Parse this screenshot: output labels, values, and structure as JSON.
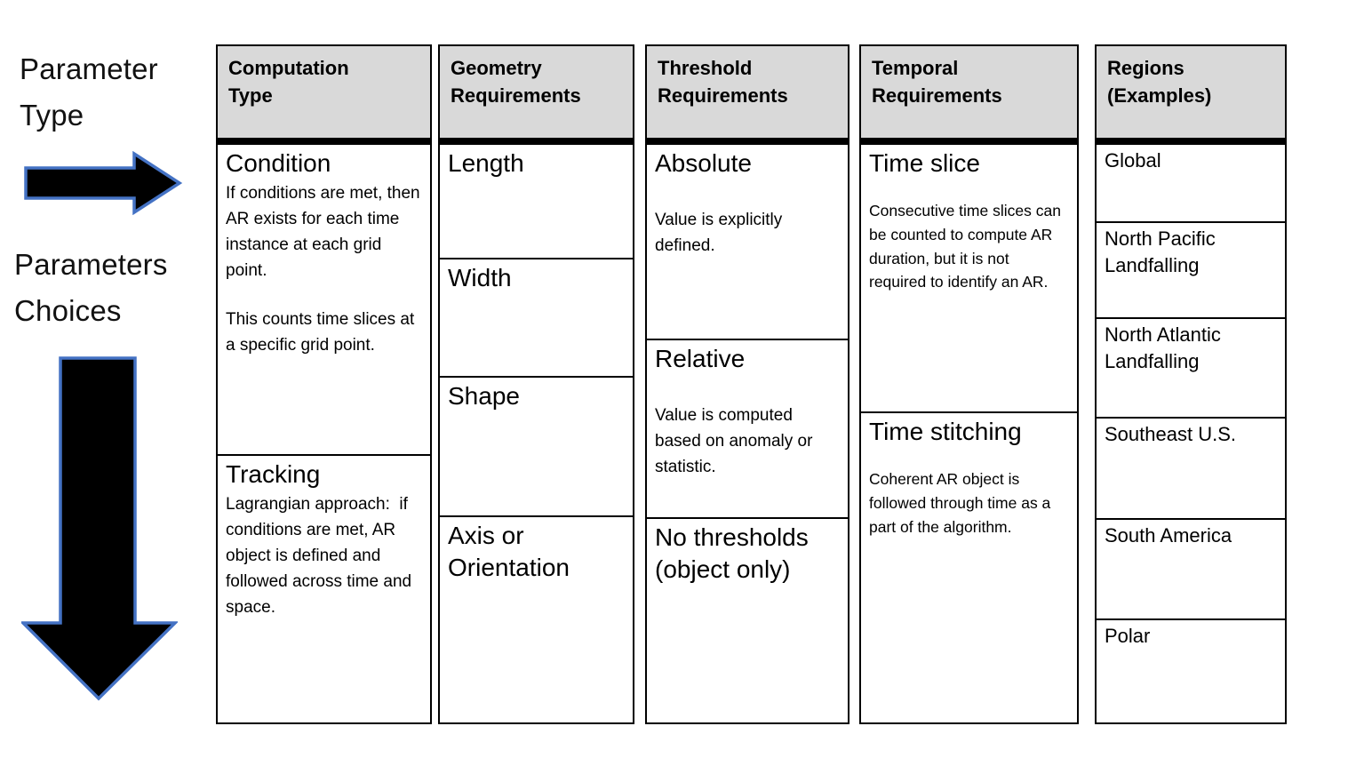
{
  "labels": {
    "parameter_type": "Parameter\nType",
    "parameters_choices": "Parameters\nChoices"
  },
  "colors": {
    "background": "#ffffff",
    "header_bg": "#d9d9d9",
    "border": "#000000",
    "arrow_fill": "#000000",
    "arrow_stroke": "#4472c4"
  },
  "icons": {
    "right_arrow": "right-arrow-icon",
    "down_arrow": "down-arrow-icon"
  },
  "table": {
    "columns": [
      {
        "header": "Computation Type",
        "cells": [
          {
            "title": "Condition",
            "body1": "If conditions are met, then AR exists for each time instance at each grid point.",
            "body2": "This counts time slices at a specific grid point."
          },
          {
            "title": "Tracking",
            "body1": "Lagrangian approach:  if conditions are met, AR object is defined and followed across time and space."
          }
        ]
      },
      {
        "header": "Geometry Requirements",
        "cells": [
          {
            "title": "Length"
          },
          {
            "title": "Width"
          },
          {
            "title": "Shape"
          },
          {
            "title": "Axis or Orientation"
          }
        ]
      },
      {
        "header": "Threshold Requirements",
        "cells": [
          {
            "title": "Absolute",
            "body1": "Value is explicitly defined."
          },
          {
            "title": "Relative",
            "body1": "Value is computed based on anomaly or statistic."
          },
          {
            "title": "No thresholds (object only)"
          }
        ]
      },
      {
        "header": "Temporal Requirements",
        "cells": [
          {
            "title": "Time slice",
            "body1": "Consecutive time slices can be counted to compute AR duration, but it is not required to identify an AR."
          },
          {
            "title": "Time stitching",
            "body1": "Coherent AR object is followed through time as a part of the algorithm."
          }
        ]
      },
      {
        "header": "Regions (Examples)",
        "cells": [
          {
            "title": "Global"
          },
          {
            "title": "North Pacific Landfalling"
          },
          {
            "title": "North Atlantic Landfalling"
          },
          {
            "title": "Southeast U.S."
          },
          {
            "title": "South America"
          },
          {
            "title": "Polar"
          }
        ]
      }
    ]
  }
}
